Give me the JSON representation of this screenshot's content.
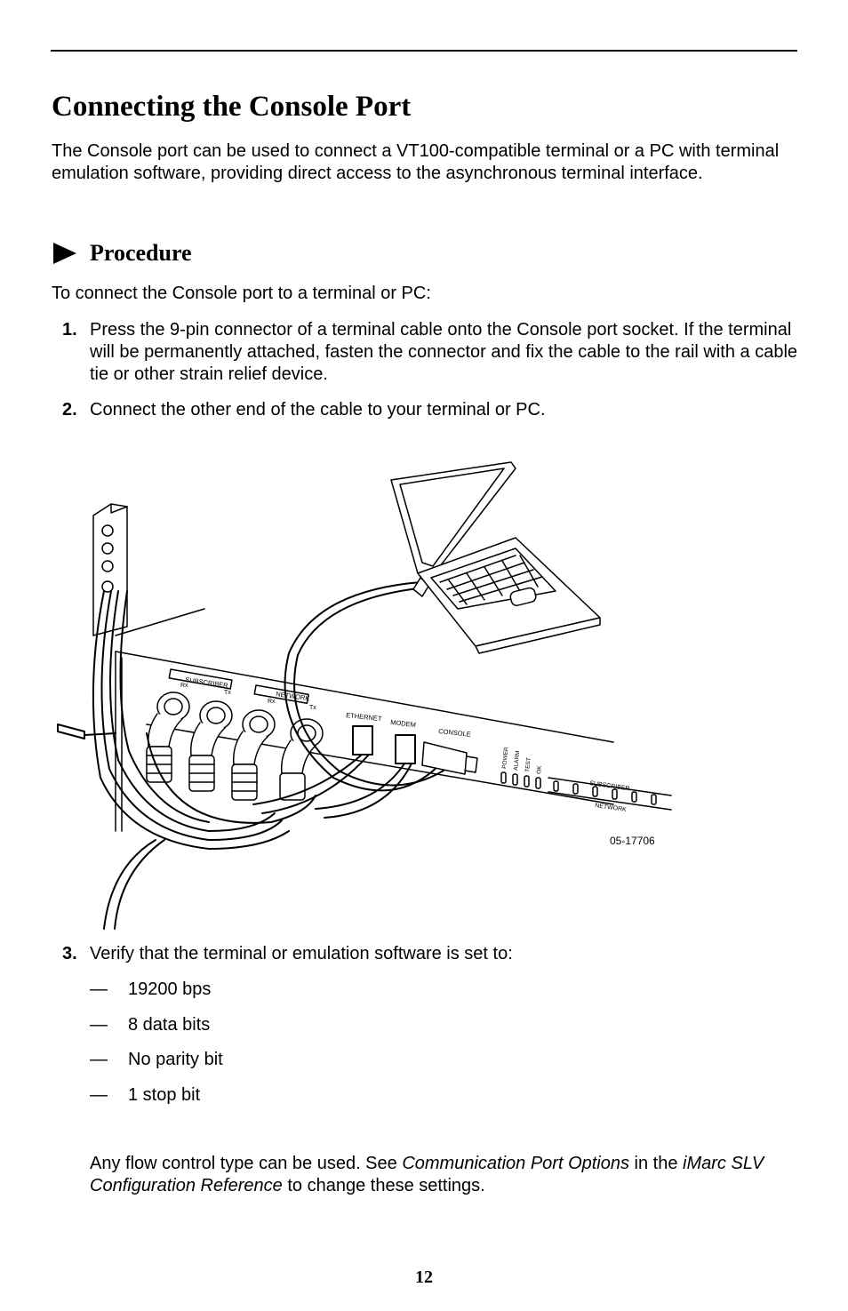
{
  "section": {
    "title": "Connecting the Console Port",
    "intro": "The Console port can be used to connect a VT100-compatible terminal or a PC with terminal emulation software, providing direct access to the asynchronous terminal interface."
  },
  "procedure": {
    "heading": "Procedure",
    "lead": "To connect the Console port to a terminal or PC:",
    "steps": [
      {
        "num": "1.",
        "text": "Press the 9-pin connector of a terminal cable onto the Console port socket. If the terminal will be permanently attached, fasten the connector and fix the cable to the rail with a cable tie or other strain relief device."
      },
      {
        "num": "2.",
        "text": "Connect the other end of the cable to your terminal or PC."
      },
      {
        "num": "3.",
        "text": "Verify that the terminal or emulation software is set to:"
      }
    ],
    "dash_symbol": "—",
    "settings": [
      "19200 bps",
      "8 data bits",
      "No parity bit",
      "1 stop bit"
    ],
    "note": {
      "pre": "Any flow control type can be used. See ",
      "ref1": "Communication Port Options",
      "mid": " in the ",
      "ref2": "iMarc SLV Configuration Reference",
      "post": " to change these settings."
    }
  },
  "figure": {
    "id": "05-17706",
    "labels": {
      "subscriber": "SUBSCRIBER",
      "network": "NETWORK",
      "rx": "Rx",
      "tx": "Tx",
      "ethernet": "ETHERNET",
      "modem": "MODEM",
      "console": "CONSOLE",
      "power": "POWER",
      "alarm": "ALARM",
      "test": "TEST",
      "ok": "OK"
    }
  },
  "page": {
    "number": "12"
  }
}
